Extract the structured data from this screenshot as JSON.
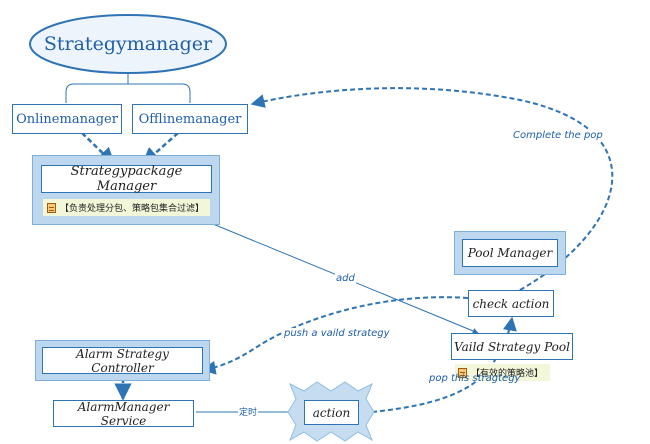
{
  "title": "Strategymanager",
  "nodes": {
    "online": "Onlinemanager",
    "offline": "Offlinemanager",
    "strategy_package": "Strategypackage Manager",
    "strategy_package_note": "【负责处理分包、策略包集合过滤】",
    "pool_manager": "Pool Manager",
    "check_action": "check action",
    "valid_pool": "Vaild Strategy Pool",
    "valid_pool_note": "【有效的策略池】",
    "alarm_controller": "Alarm Strategy Controller",
    "alarm_service": "AlarmManager Service",
    "action": "action"
  },
  "edges": {
    "complete_pop": "Complete the pop",
    "add": "add",
    "push": "push a vaild strategy",
    "pop_this": "pop this stragtegy",
    "timer": "定时"
  },
  "colors": {
    "primary_blue": "#2e74b5",
    "panel_fill": "#bcd7ee",
    "note_fill": "#f3f7d9",
    "ellipse_fill": "#eef4fb"
  }
}
